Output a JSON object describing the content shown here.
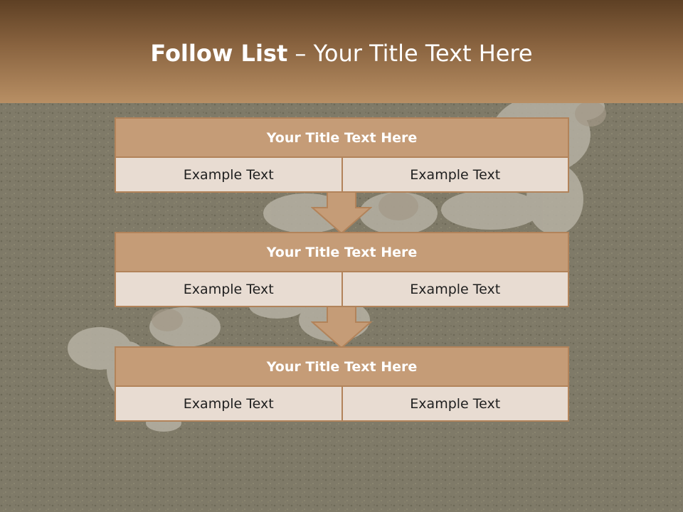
{
  "title": {
    "bold": "Follow List",
    "rest": " – Your Title Text Here"
  },
  "blocks": [
    {
      "title": "Your Title Text Here",
      "cells": [
        "Example Text",
        "Example Text"
      ]
    },
    {
      "title": "Your Title Text Here",
      "cells": [
        "Example Text",
        "Example Text"
      ]
    },
    {
      "title": "Your Title Text Here",
      "cells": [
        "Example Text",
        "Example Text"
      ]
    }
  ],
  "colors": {
    "header_top": "#5e4024",
    "header_bottom": "#b88f64",
    "block_title_fill": "#c59c77",
    "block_cell_fill": "#e8dcd2",
    "border": "#b2835a",
    "arrow_fill": "#c59c77"
  },
  "icons": [
    "down-arrow-icon",
    "down-arrow-icon"
  ]
}
